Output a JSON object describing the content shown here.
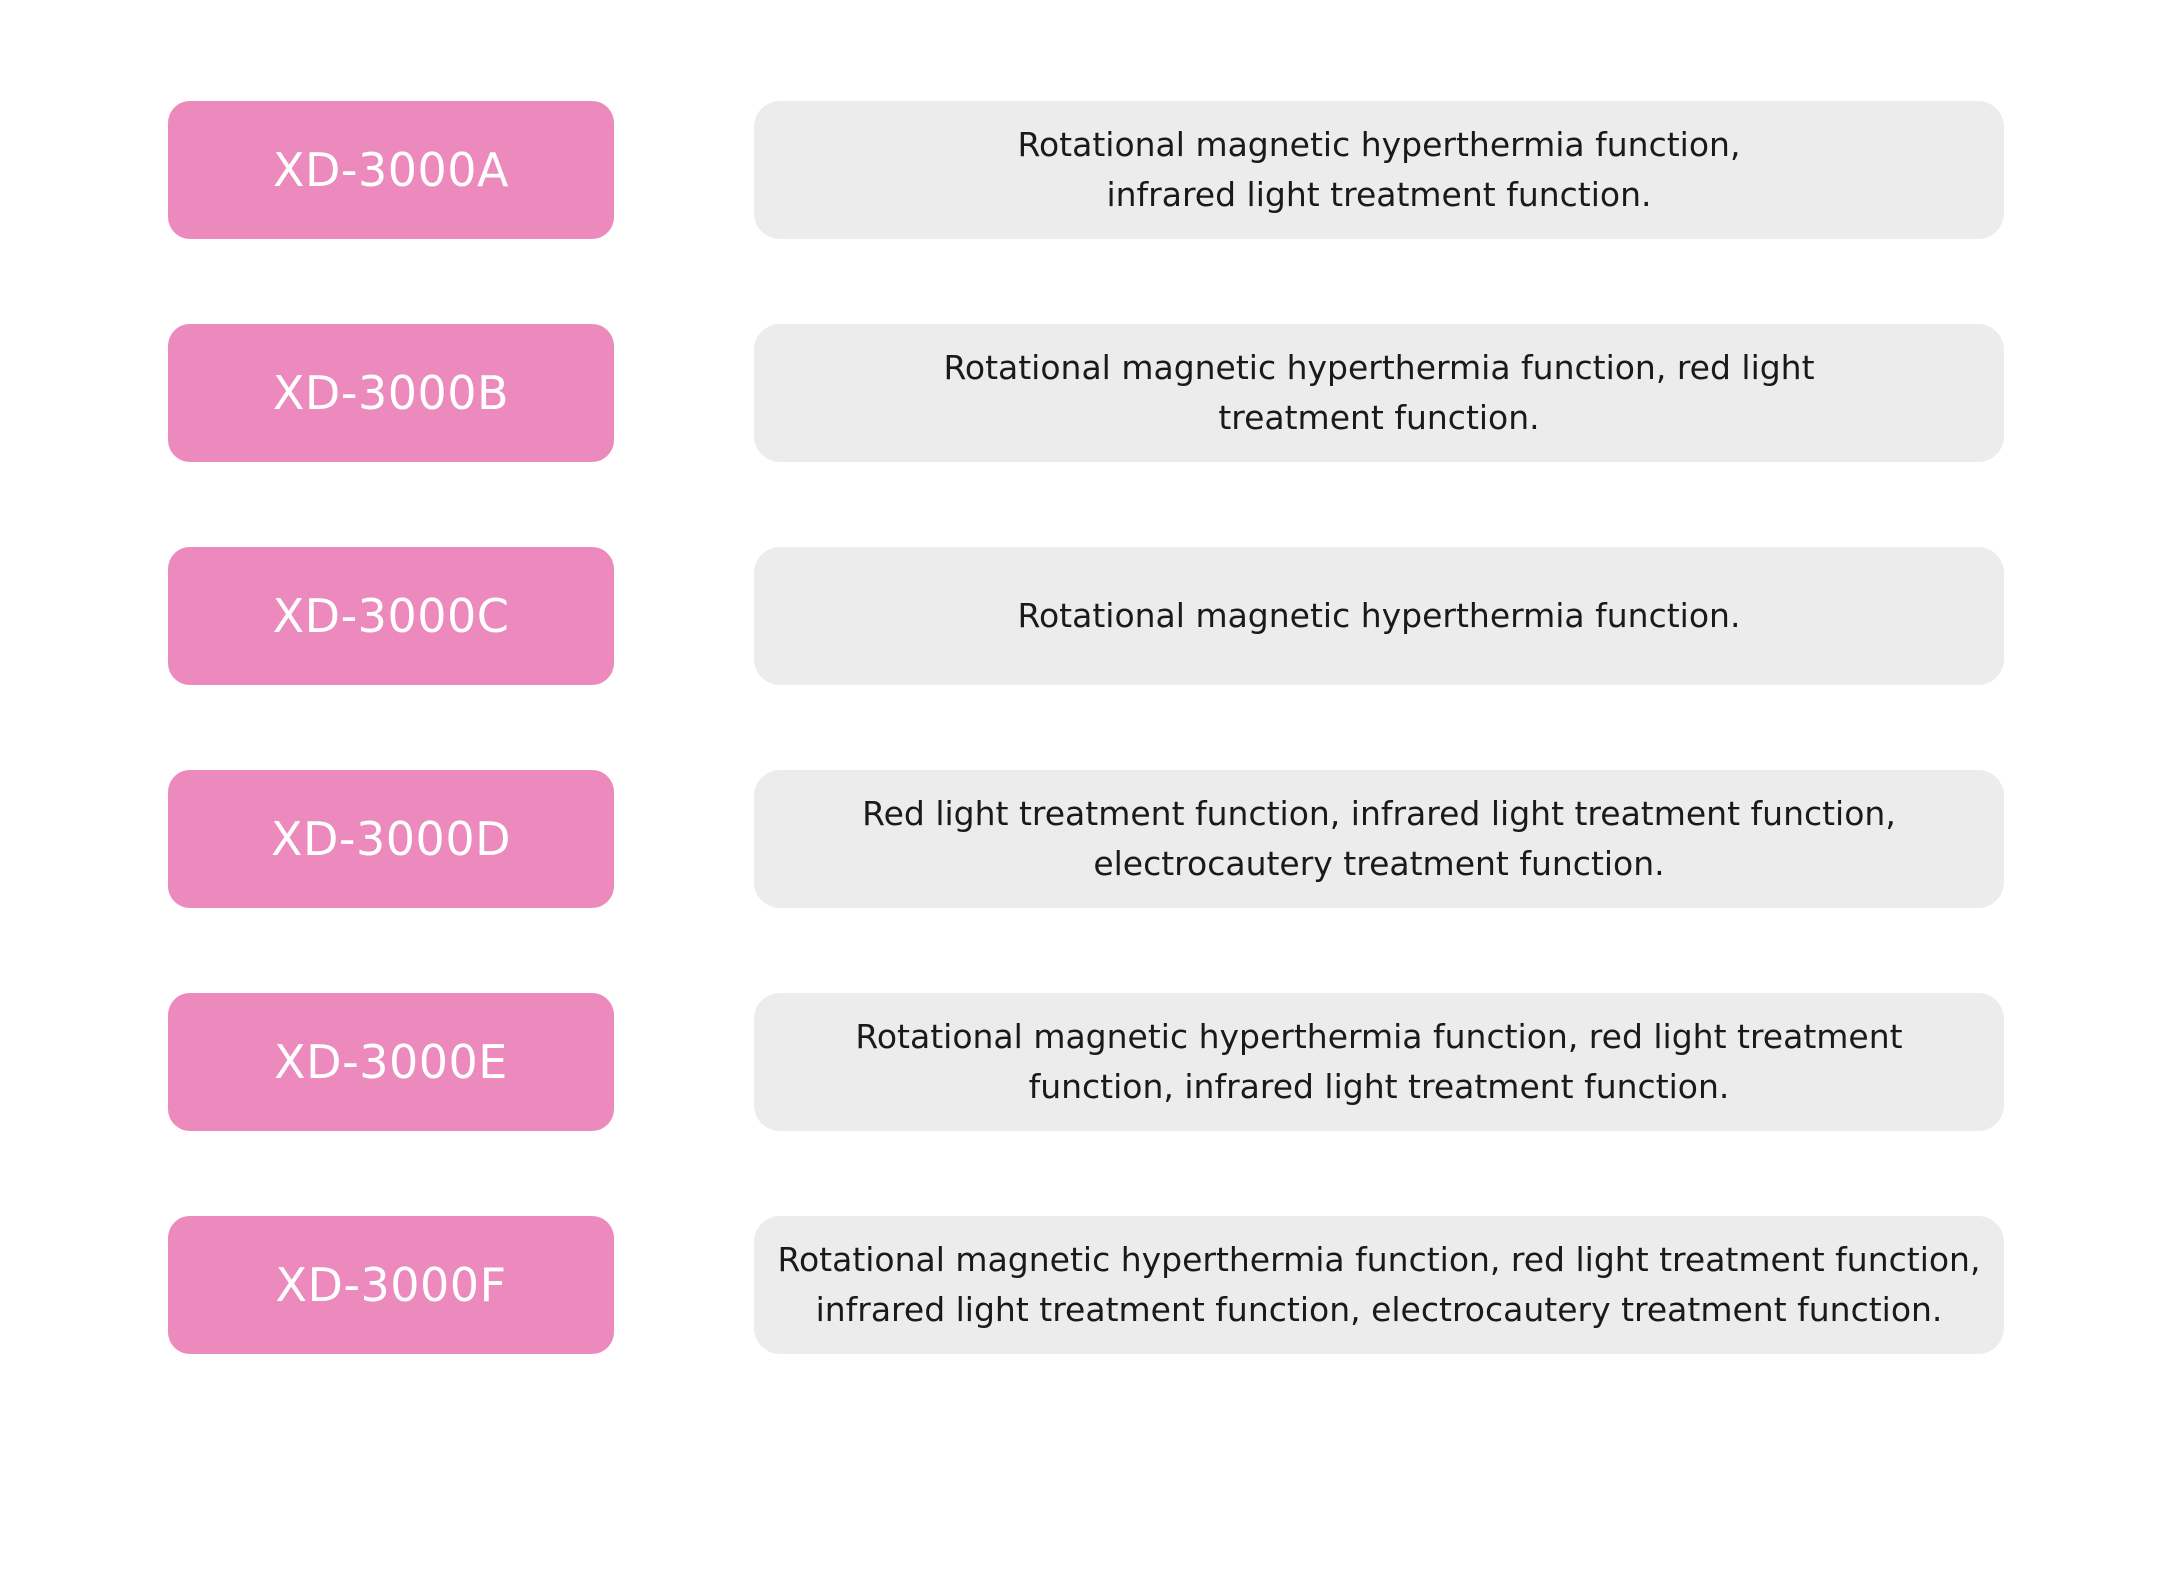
{
  "products": [
    {
      "model": "XD-3000A",
      "description": "Rotational magnetic hyperthermia function,\ninfrared light treatment function."
    },
    {
      "model": "XD-3000B",
      "description": "Rotational magnetic hyperthermia function, red light\ntreatment function."
    },
    {
      "model": "XD-3000C",
      "description": "Rotational magnetic hyperthermia function."
    },
    {
      "model": "XD-3000D",
      "description": "Red light treatment function, infrared light treatment function,\nelectrocautery treatment function."
    },
    {
      "model": "XD-3000E",
      "description": "Rotational magnetic hyperthermia function, red light treatment\nfunction, infrared light treatment function."
    },
    {
      "model": "XD-3000F",
      "description": "Rotational magnetic hyperthermia function, red light treatment function,\ninfrared light treatment function, electrocautery treatment function."
    }
  ],
  "colors": {
    "model_badge": "#ec89bd",
    "description_panel": "#ececec",
    "model_text": "#ffffff",
    "description_text": "#1a1a1a"
  }
}
